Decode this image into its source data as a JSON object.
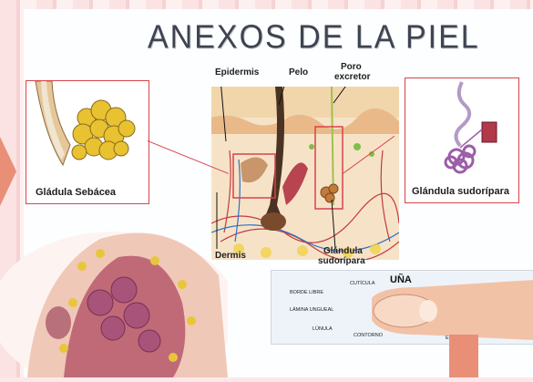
{
  "title": "ANEXOS DE LA PIEL",
  "center_labels": {
    "epidermis": "Epidermis",
    "pelo": "Pelo",
    "poro_line1": "Poro",
    "poro_line2": "excretor",
    "dermis": "Dermis",
    "glandula_line1": "Glándula",
    "glandula_line2": "sudorípara"
  },
  "left_panel": {
    "caption": "Gládula Sebácea"
  },
  "right_panel": {
    "caption": "Glándula sudorípara"
  },
  "nail": {
    "title": "UÑA",
    "cuticula": "CUTÍCULA",
    "borde_libre": "BORDE LIBRE",
    "lamina": "LÁMINA UNGUEAL",
    "lunula": "LÚNULA",
    "contorno": "CONTORNO",
    "ep": "EP"
  },
  "colors": {
    "accent": "#d9434b",
    "orange": "#e98f78",
    "title": "#3d4450"
  }
}
